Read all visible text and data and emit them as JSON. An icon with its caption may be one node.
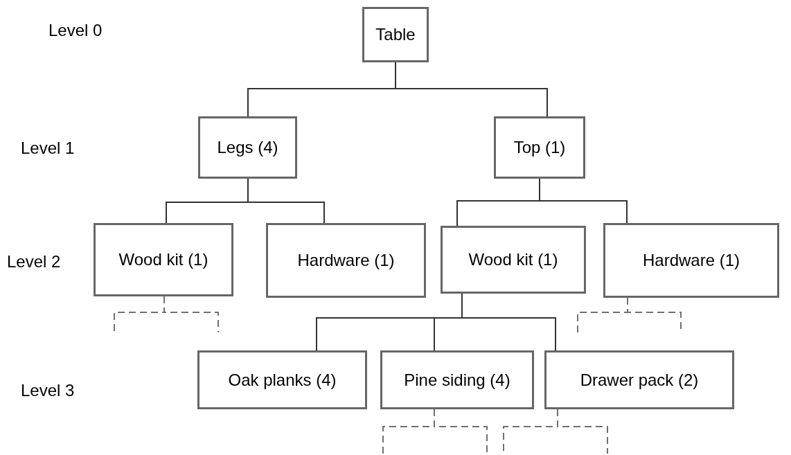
{
  "diagram": {
    "nodes": [
      {
        "text": [
          "Table"
        ]
      },
      {
        "text": [
          "Legs (4)"
        ]
      },
      {
        "text": [
          "Top (1)"
        ]
      },
      {
        "text": [
          "Wood kit (1)"
        ]
      },
      {
        "text": [
          "Hardware (1)"
        ]
      },
      {
        "text": [
          "Wood kit (1)"
        ]
      },
      {
        "text": [
          "Hardware (1)"
        ]
      },
      {
        "text": [
          "Oak planks (4)"
        ]
      },
      {
        "text": [
          "Pine siding (4)"
        ]
      },
      {
        "text": [
          "Drawer pack (2)"
        ]
      }
    ],
    "edges": [
      {
        "from": 0,
        "to": 1,
        "arrow": "none"
      },
      {
        "from": 0,
        "to": 2,
        "arrow": "none"
      },
      {
        "from": 1,
        "to": 3,
        "arrow": "none"
      },
      {
        "from": 1,
        "to": 4,
        "arrow": "none"
      },
      {
        "from": 2,
        "to": 5,
        "arrow": "none"
      },
      {
        "from": 2,
        "to": 6,
        "arrow": "none"
      },
      {
        "from": 5,
        "to": 7,
        "arrow": "none"
      },
      {
        "from": 5,
        "to": 8,
        "arrow": "none"
      },
      {
        "from": 5,
        "to": 9,
        "arrow": "none"
      },
      {
        "from": 3,
        "to": null,
        "arrow": "none",
        "style": "dashed",
        "color": "#707070"
      },
      {
        "from": 3,
        "to": null,
        "arrow": "none",
        "style": "dashed",
        "color": "#707070"
      },
      {
        "from": 6,
        "to": null,
        "arrow": "none",
        "style": "dashed",
        "color": "#707070"
      },
      {
        "from": 6,
        "to": null,
        "arrow": "none",
        "style": "dashed",
        "color": "#707070"
      },
      {
        "from": 8,
        "to": null,
        "arrow": "none",
        "style": "dashed",
        "color": "#707070"
      },
      {
        "from": 8,
        "to": null,
        "arrow": "none",
        "style": "dashed",
        "color": "#707070"
      },
      {
        "from": 9,
        "to": null,
        "arrow": "none",
        "style": "dashed",
        "color": "#707070"
      },
      {
        "from": 9,
        "to": null,
        "arrow": "none",
        "style": "dashed",
        "color": "#707070"
      }
    ],
    "labels": [
      "Level 0",
      "Level 1",
      "Level 2",
      "Level 3"
    ]
  }
}
